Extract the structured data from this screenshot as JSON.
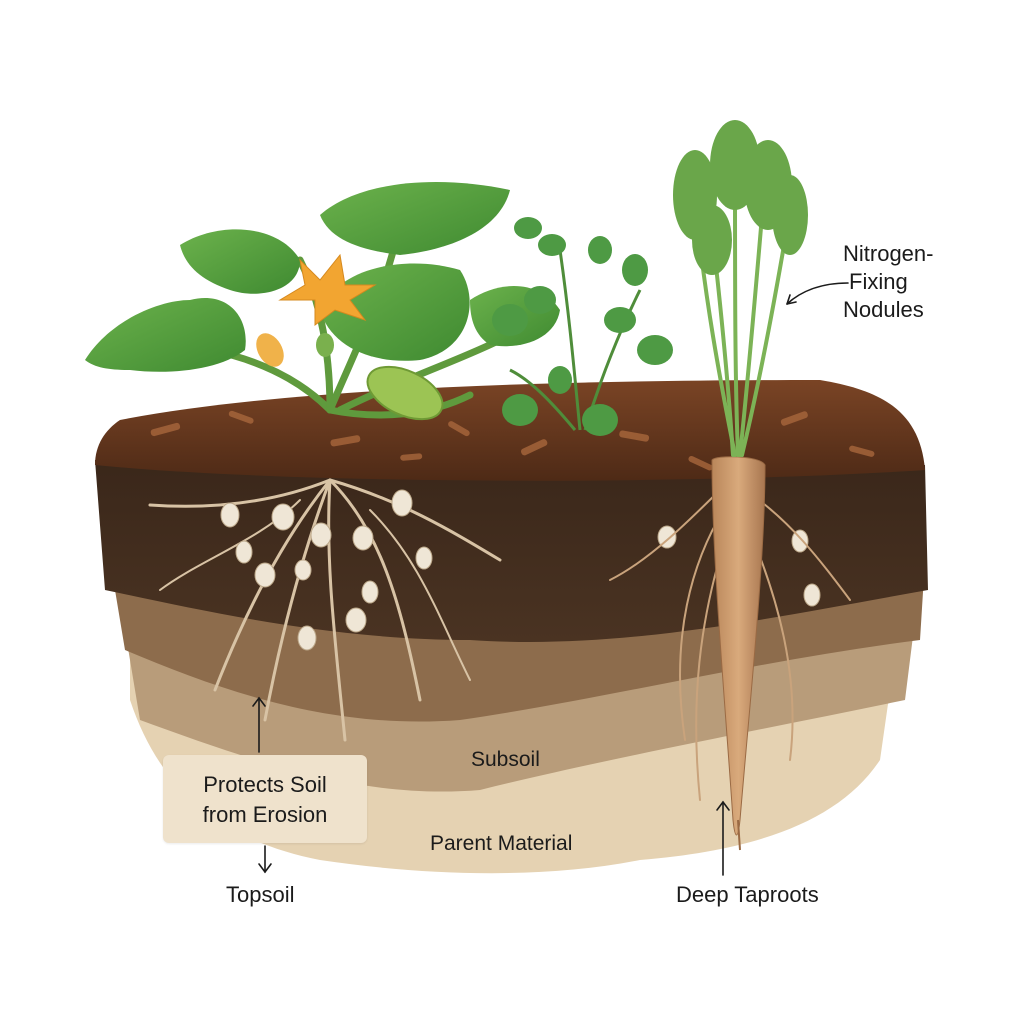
{
  "diagram": {
    "title": "Cover crops and soil layers",
    "colors": {
      "background": "#ffffff",
      "mulch": "#6b3a1f",
      "topsoil": "#3e2a1c",
      "subsoil_upper": "#8a6a4a",
      "subsoil": "#b59a78",
      "parent_material": "#e3cfae",
      "leaf_green": "#4f9a3a",
      "flower_orange": "#f2a531",
      "carrot": "#c9976a",
      "root": "#d8c3a5",
      "nodule": "#efe6d6",
      "callout_bg": "#efe2cc",
      "text": "#1b1b1b"
    },
    "labels": {
      "nitrogen_fixing": [
        "Nitrogen-",
        "Fixing",
        "Nodules"
      ],
      "protects_soil": [
        "Protects Soil",
        "from Erosion"
      ],
      "topsoil": "Topsoil",
      "subsoil": "Subsoil",
      "parent_material": "Parent Material",
      "deep_taproots": "Deep Taproots"
    },
    "plants": [
      {
        "name": "squash plant",
        "features": [
          "large lobed leaves",
          "orange flower",
          "green squash fruit"
        ]
      },
      {
        "name": "legume plant",
        "features": [
          "trifoliate leaves"
        ]
      },
      {
        "name": "carrot",
        "features": [
          "feathery tops",
          "deep taproot"
        ]
      }
    ],
    "layers": [
      "Mulch",
      "Topsoil",
      "Subsoil",
      "Parent Material"
    ]
  }
}
